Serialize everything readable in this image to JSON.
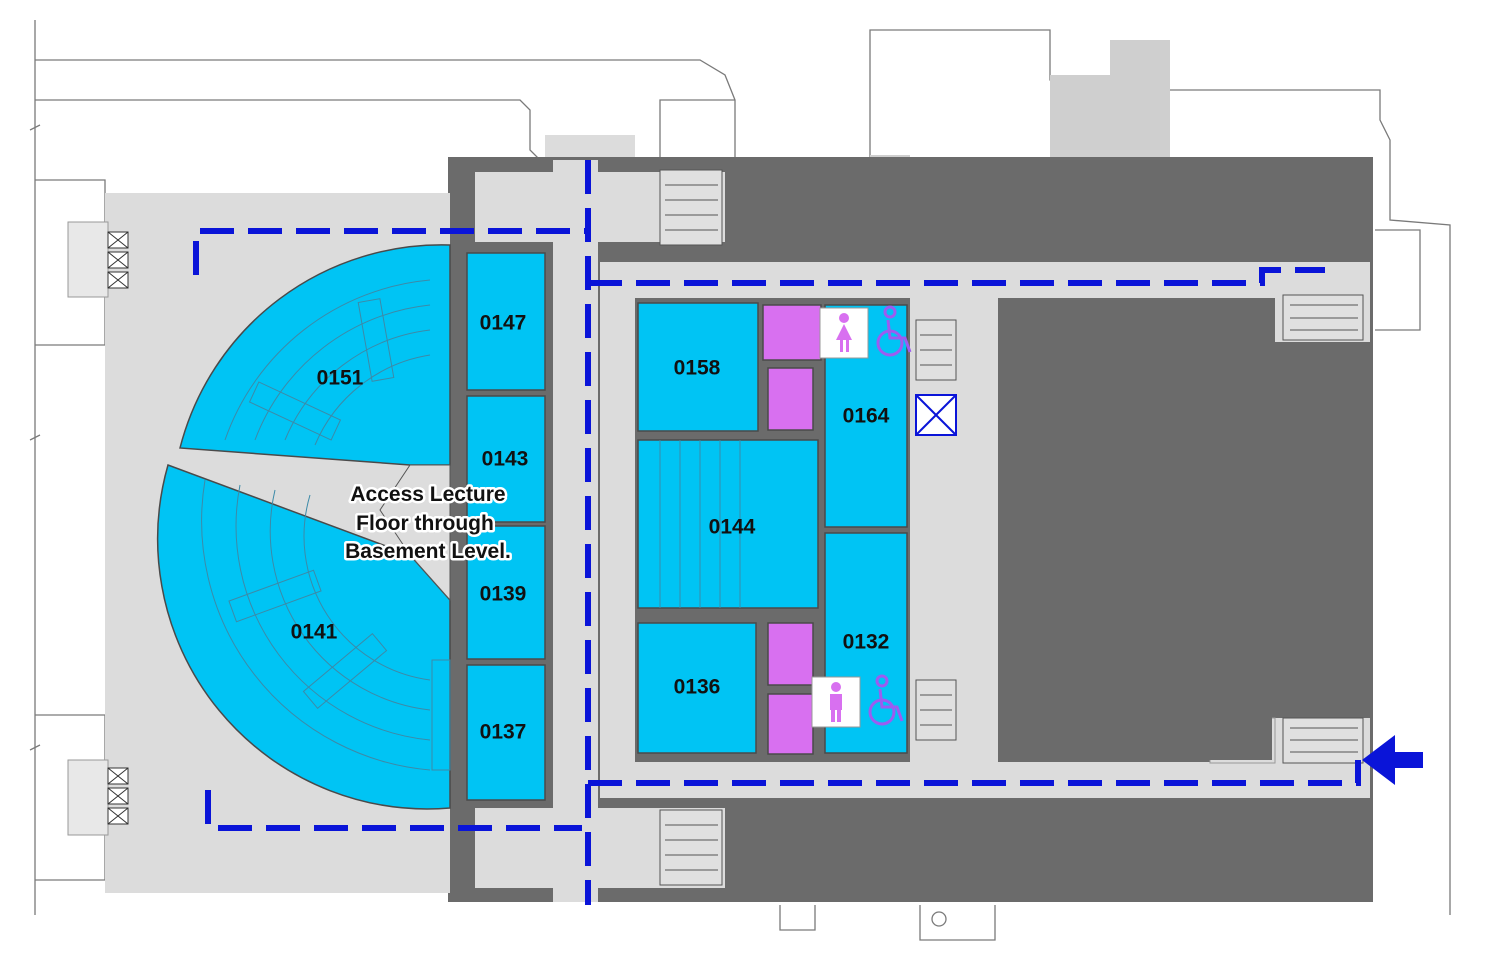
{
  "rooms": {
    "r0151": "0151",
    "r0141": "0141",
    "r0147": "0147",
    "r0143": "0143",
    "r0139": "0139",
    "r0137": "0137",
    "r0158": "0158",
    "r0144": "0144",
    "r0136": "0136",
    "r0164": "0164",
    "r0132": "0132"
  },
  "note": {
    "line1": "Access Lecture",
    "line2": "Floor through",
    "line3": "Basement Level."
  },
  "icons": {
    "womens_restroom": "womens-restroom-icon",
    "mens_restroom": "mens-restroom-icon",
    "accessible": "wheelchair-icon",
    "elevator": "elevator-icon",
    "entrance": "entrance-arrow-icon"
  },
  "colors": {
    "room": "#00c4f4",
    "restroom": "#d870f0",
    "route": "#0a14d8",
    "wall": "#6b6b6b",
    "corridor": "#dcdcdc"
  }
}
